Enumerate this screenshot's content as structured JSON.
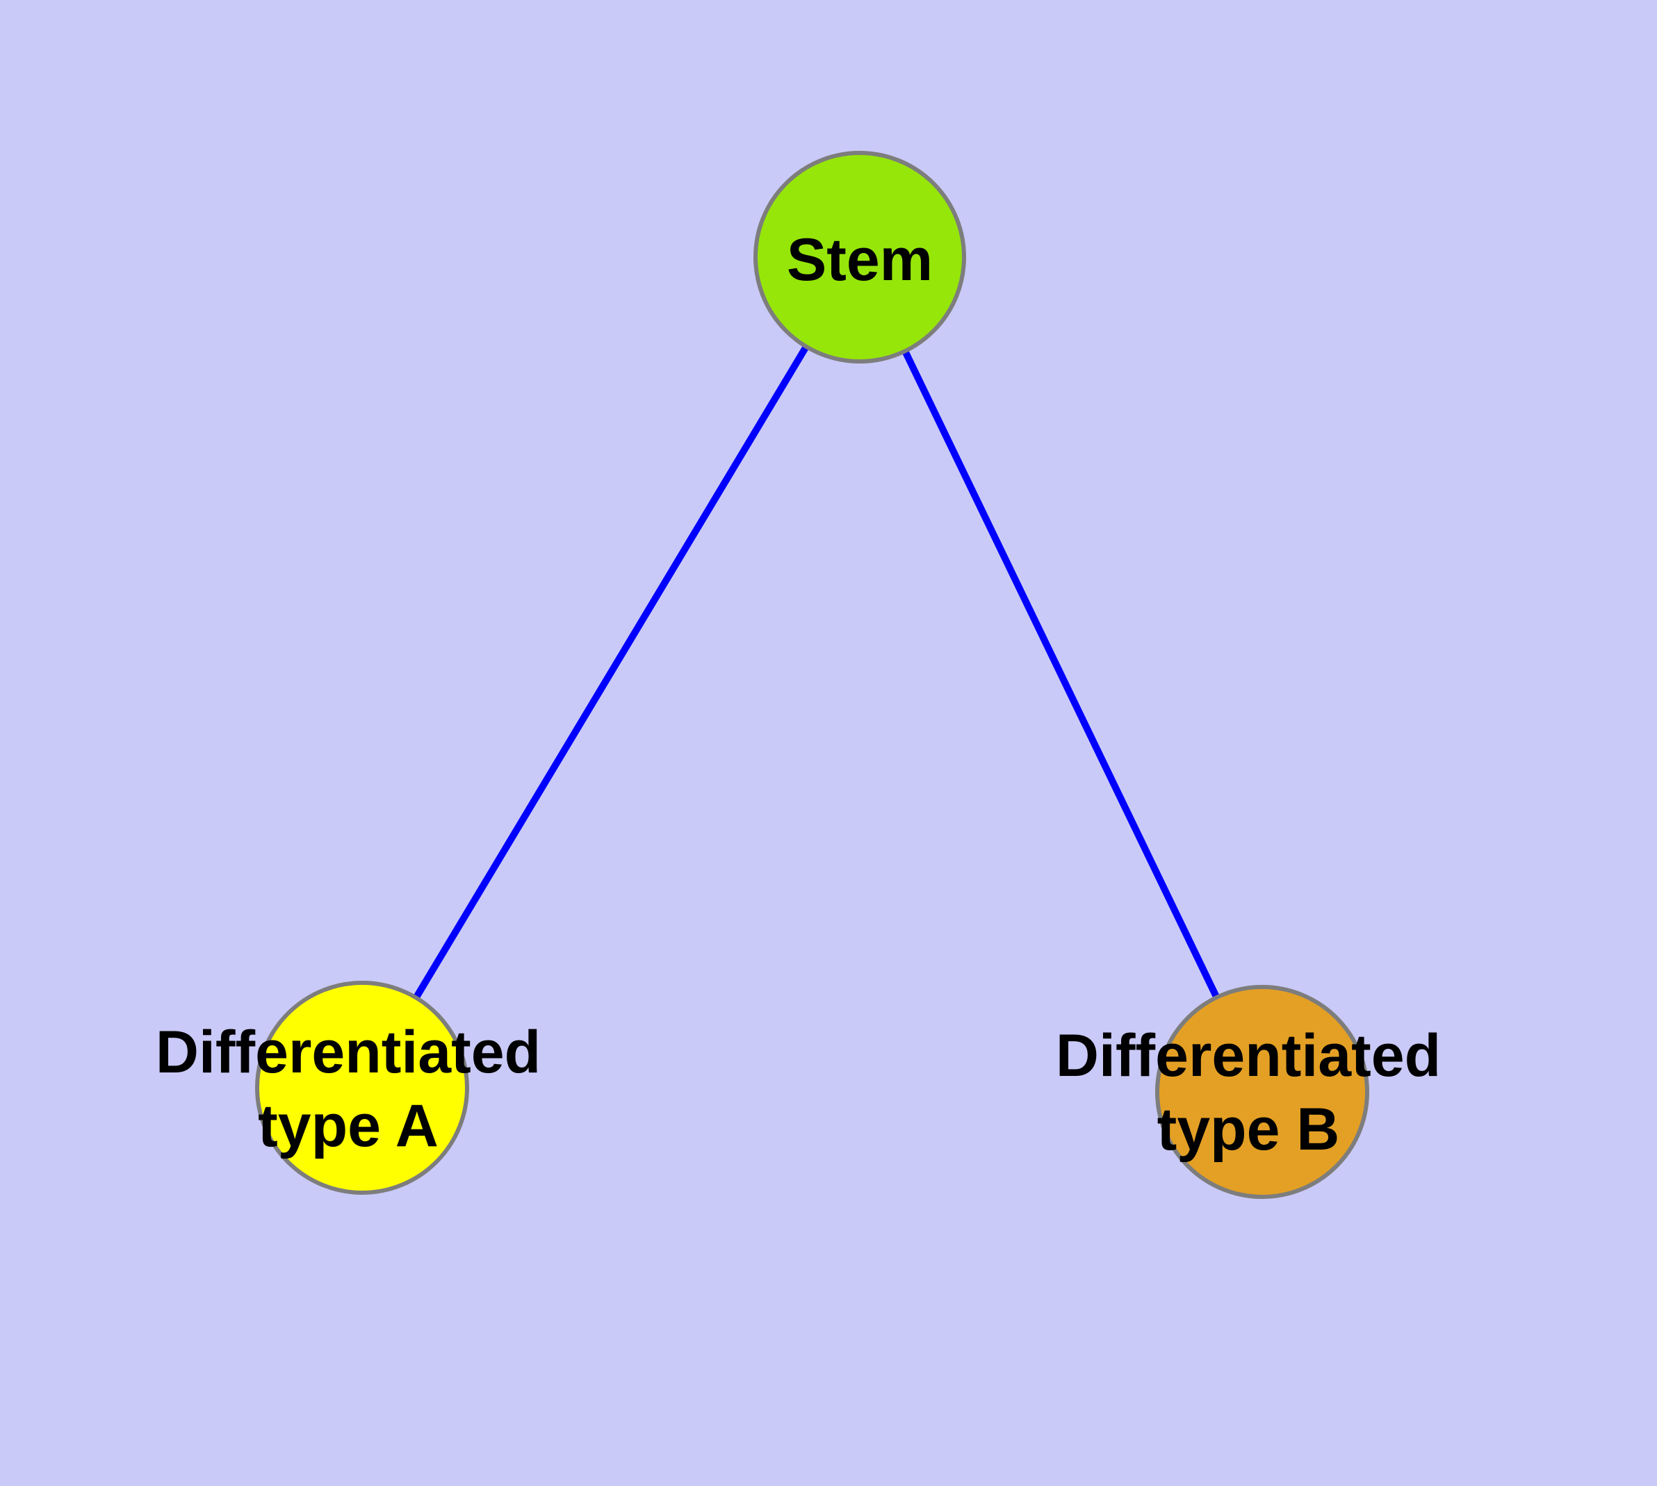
{
  "diagram": {
    "type": "node-link-graph",
    "background_color": "#CACAF8",
    "edge_color": "#0000FF",
    "node_border_color": "#7D7D7D",
    "text_color": "#000000",
    "nodes": [
      {
        "id": "stem",
        "label": "Stem",
        "label_lines": [
          "Stem"
        ],
        "color": "#96E60A"
      },
      {
        "id": "differentiated-type-a",
        "label": "Differentiated type A",
        "label_lines": [
          "Differentiated",
          "type A"
        ],
        "color": "#FFFF00"
      },
      {
        "id": "differentiated-type-b",
        "label": "Differentiated type B",
        "label_lines": [
          "Differentiated",
          "type B"
        ],
        "color": "#E4A024"
      }
    ],
    "edges": [
      {
        "from": "Stem",
        "to": "Differentiated type A"
      },
      {
        "from": "Stem",
        "to": "Differentiated type B"
      }
    ]
  }
}
